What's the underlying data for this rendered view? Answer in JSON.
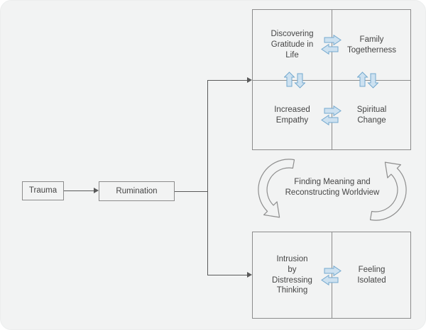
{
  "diagram": {
    "trauma_label": "Trauma",
    "rumination_label": "Rumination",
    "growth": {
      "gratitude": [
        "Discovering",
        "Gratitude in",
        "Life"
      ],
      "family": [
        "Family",
        "Togetherness"
      ],
      "empathy": [
        "Increased",
        "Empathy"
      ],
      "spiritual": [
        "Spiritual",
        "Change"
      ]
    },
    "meaning_caption": [
      "Finding Meaning and",
      "Reconstructing Worldview"
    ],
    "distress": {
      "intrusion": [
        "Intrusion",
        "by",
        "Distressing",
        "Thinking"
      ],
      "isolated": [
        "Feeling",
        "Isolated"
      ]
    },
    "icons": {
      "horizontal_pair": "exchange-arrows",
      "vertical_pair": "up-down-arrows",
      "cycle": "cycle-arrows"
    },
    "colors": {
      "canvas_background": "#f2f3f3",
      "outer_background": "#ffffff",
      "box_border": "#8c8c8c",
      "connector": "#595959",
      "text": "#454545",
      "block_arrow_fill": "#cde1f0",
      "block_arrow_stroke": "#74a9cf",
      "cycle_arrow_stroke": "#8e8e8e"
    }
  }
}
